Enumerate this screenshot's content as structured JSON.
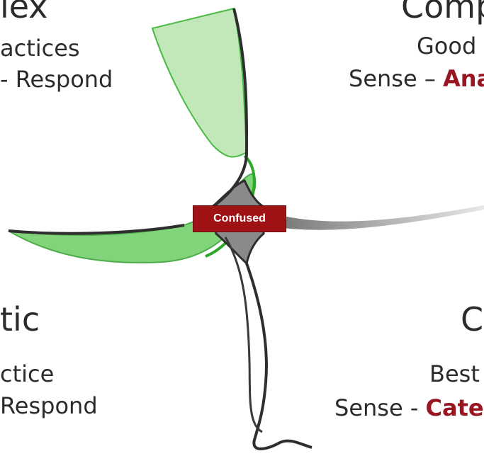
{
  "colors": {
    "green": "#3fb83a",
    "green_fill": "#b9e6b1",
    "dark_stroke": "#2e2e2e",
    "accent_red": "#9a1522",
    "center_box": "#9e1214"
  },
  "quadrants": {
    "complex": {
      "title": "lex",
      "line1": "actices",
      "line2": "- Respond"
    },
    "complicated": {
      "title": "Comp",
      "line1": "Good",
      "line2_prefix": "Sense – ",
      "line2_accent": "Ana"
    },
    "chaotic": {
      "title": "tic",
      "line1": "ctice",
      "line2": "Respond"
    },
    "clear": {
      "title": "C",
      "line1": "Best",
      "line2_prefix": "Sense - ",
      "line2_accent": "Cate"
    }
  },
  "center": {
    "label": "Confused"
  }
}
